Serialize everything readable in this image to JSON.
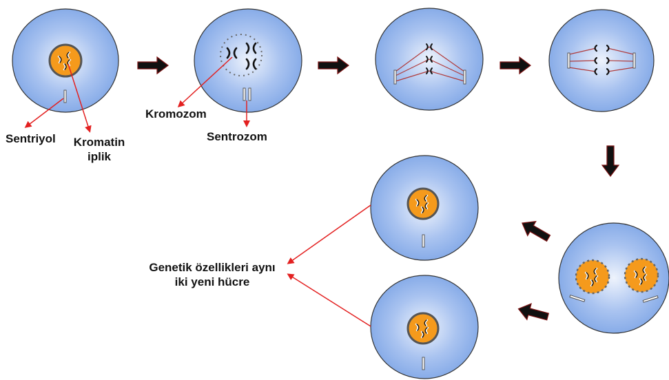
{
  "labels": {
    "centriole": "Sentriyol",
    "chromatin_line1": "Kromatin",
    "chromatin_line2": "iplik",
    "chromosome": "Kromozom",
    "centrosome": "Sentrozom",
    "result_line1": "Genetik özellikleri aynı",
    "result_line2": "iki yeni hücre"
  },
  "colors": {
    "cell_fill": "#7fa6e6",
    "nucleus_fill": "#f59a1c",
    "arrow_fill": "#111111",
    "pointer_line": "#e32020",
    "spindle": "#b03a3a"
  }
}
